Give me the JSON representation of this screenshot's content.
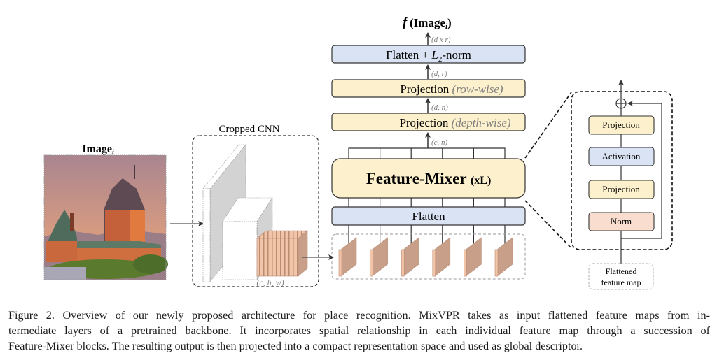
{
  "figure": {
    "output_label": {
      "f": "f",
      "open": " (Image",
      "sub": "i",
      "close": ")"
    },
    "input_image": {
      "title": "Image",
      "title_sub": "i",
      "description": "Photo of Château Frontenac at sunset"
    },
    "cnn": {
      "title": "Cropped CNN",
      "feature_dims": "(c, h, w)"
    },
    "blocks": {
      "flatten_l2": {
        "label_pre": "Flatten + ",
        "label_L": "L",
        "label_sub": "2",
        "label_post": "-norm"
      },
      "projection_row": {
        "label": "Projection",
        "qualifier": "(row-wise)"
      },
      "projection_depth": {
        "label": "Projection",
        "qualifier": "(depth-wise)"
      },
      "feature_mixer": {
        "label": "Feature-Mixer",
        "suffix": "(xL)"
      },
      "flatten": {
        "label": "Flatten"
      }
    },
    "shape_annotations": {
      "out": "(d x r)",
      "dr": "(d, r)",
      "dn": "(d, n)",
      "cn": "(c, n)"
    },
    "feature_map_count": 6,
    "mixer_detail": {
      "blocks": [
        "Projection",
        "Activation",
        "Projection",
        "Norm"
      ],
      "input_label_line1": "Flattened",
      "input_label_line2": "feature map"
    },
    "colors": {
      "blue_block": "#dae3f3",
      "yellow_block": "#fdf0cc",
      "norm_block": "#f9ded0",
      "feature_map": "#e3b79a",
      "feature_map_side": "#c8a08a",
      "cnn_gray": "#d3d3d3",
      "annotation_gray": "#808080"
    }
  },
  "caption": {
    "lines": [
      "Figure 2. Overview of our newly proposed architecture for place recognition.  MixVPR takes as input flattened feature maps from in-",
      "termediate layers of a pretrained backbone.  It incorporates spatial relationship in each individual feature map through a succession of",
      "Feature-Mixer blocks. The resulting output is then projected into a compact representation space and used as global descriptor."
    ]
  }
}
